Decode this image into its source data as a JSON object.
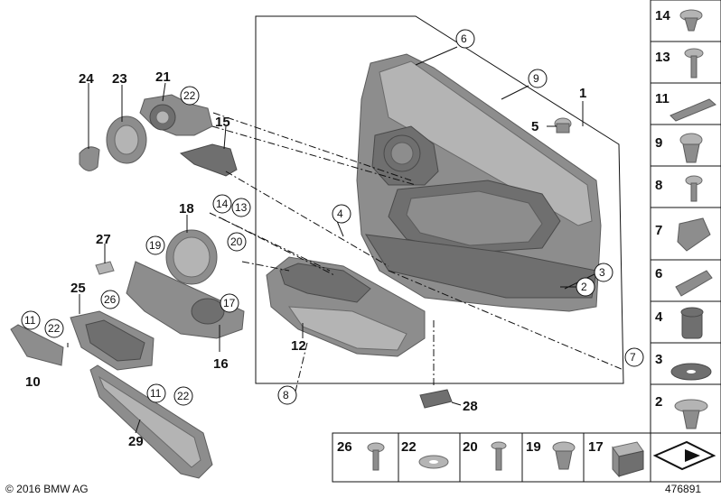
{
  "copyright": "© 2016 BMW AG",
  "image_number": "476891",
  "callouts": {
    "c1": "1",
    "c2": "2",
    "c3": "3",
    "c4": "4",
    "c5": "5",
    "c6": "6",
    "c7": "7",
    "c8": "8",
    "c9": "9",
    "c10": "10",
    "c11a": "11",
    "c11b": "11",
    "c12": "12",
    "c13": "13",
    "c14": "14",
    "c15": "15",
    "c16": "16",
    "c17": "17",
    "c18": "18",
    "c19": "19",
    "c20": "20",
    "c21": "21",
    "c22a": "22",
    "c22b": "22",
    "c22c": "22",
    "c23": "23",
    "c24": "24",
    "c25": "25",
    "c26": "26",
    "c27": "27",
    "c28": "28",
    "c29": "29"
  },
  "right_column": [
    "14",
    "13",
    "11",
    "9",
    "8",
    "7",
    "6",
    "4",
    "3",
    "2"
  ],
  "bottom_row": [
    "26",
    "22",
    "20",
    "19",
    "17"
  ]
}
